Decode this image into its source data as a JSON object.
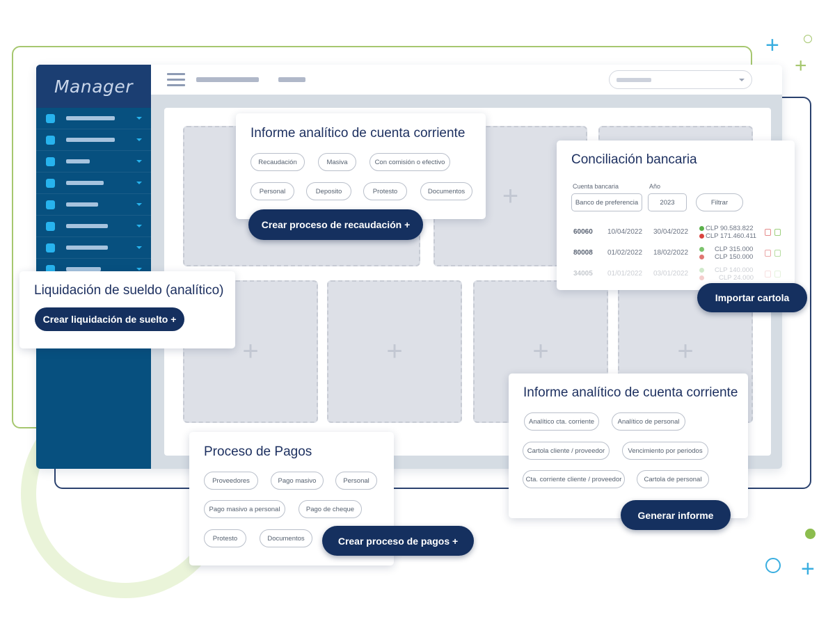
{
  "colors": {
    "navy": "#15305f",
    "sidebar": "#07507f",
    "accent_blue": "#27b3ee",
    "green": "#a6c76f"
  },
  "app": {
    "logo": "Manager"
  },
  "cards": {
    "informe_recaudacion": {
      "title": "Informe analítico de cuenta corriente",
      "chips": [
        "Recaudación",
        "Masiva",
        "Con comisión o efectivo",
        "Personal",
        "Deposito",
        "Protesto",
        "Documentos"
      ],
      "button": "Crear proceso de recaudación +"
    },
    "conciliacion": {
      "title": "Conciliación bancaria",
      "cuenta_label": "Cuenta bancaria",
      "anio_label": "Año",
      "cuenta_value": "Banco de preferencia",
      "anio_value": "2023",
      "filter_button": "Filtrar",
      "rows": [
        {
          "id": "60060",
          "from": "10/04/2022",
          "to": "30/04/2022",
          "in": "CLP 90.583.822",
          "out": "CLP 171.460.411"
        },
        {
          "id": "80008",
          "from": "01/02/2022",
          "to": "18/02/2022",
          "in": "CLP 315.000",
          "out": "CLP 150.000"
        },
        {
          "id": "34005",
          "from": "01/01/2022",
          "to": "03/01/2022",
          "in": "CLP 140.000",
          "out": "CLP 24.000"
        }
      ],
      "button": "Importar cartola"
    },
    "liquidacion": {
      "title": "Liquidación de sueldo (analítico)",
      "button": "Crear liquidación de suelto +"
    },
    "informe_cuenta": {
      "title": "Informe analítico de cuenta corriente",
      "chips": [
        "Analítico cta. corriente",
        "Analítico de personal",
        "Cartola cliente / proveedor",
        "Vencimiento por periodos",
        "Cta. corriente cliente / proveedor",
        "Cartola de personal"
      ],
      "button": "Generar informe"
    },
    "pagos": {
      "title": "Proceso de Pagos",
      "chips": [
        "Proveedores",
        "Pago masivo",
        "Personal",
        "Pago masivo a personal",
        "Pago de cheque",
        "Protesto",
        "Documentos"
      ],
      "button": "Crear proceso de pagos +"
    }
  },
  "slot_plus": "+"
}
